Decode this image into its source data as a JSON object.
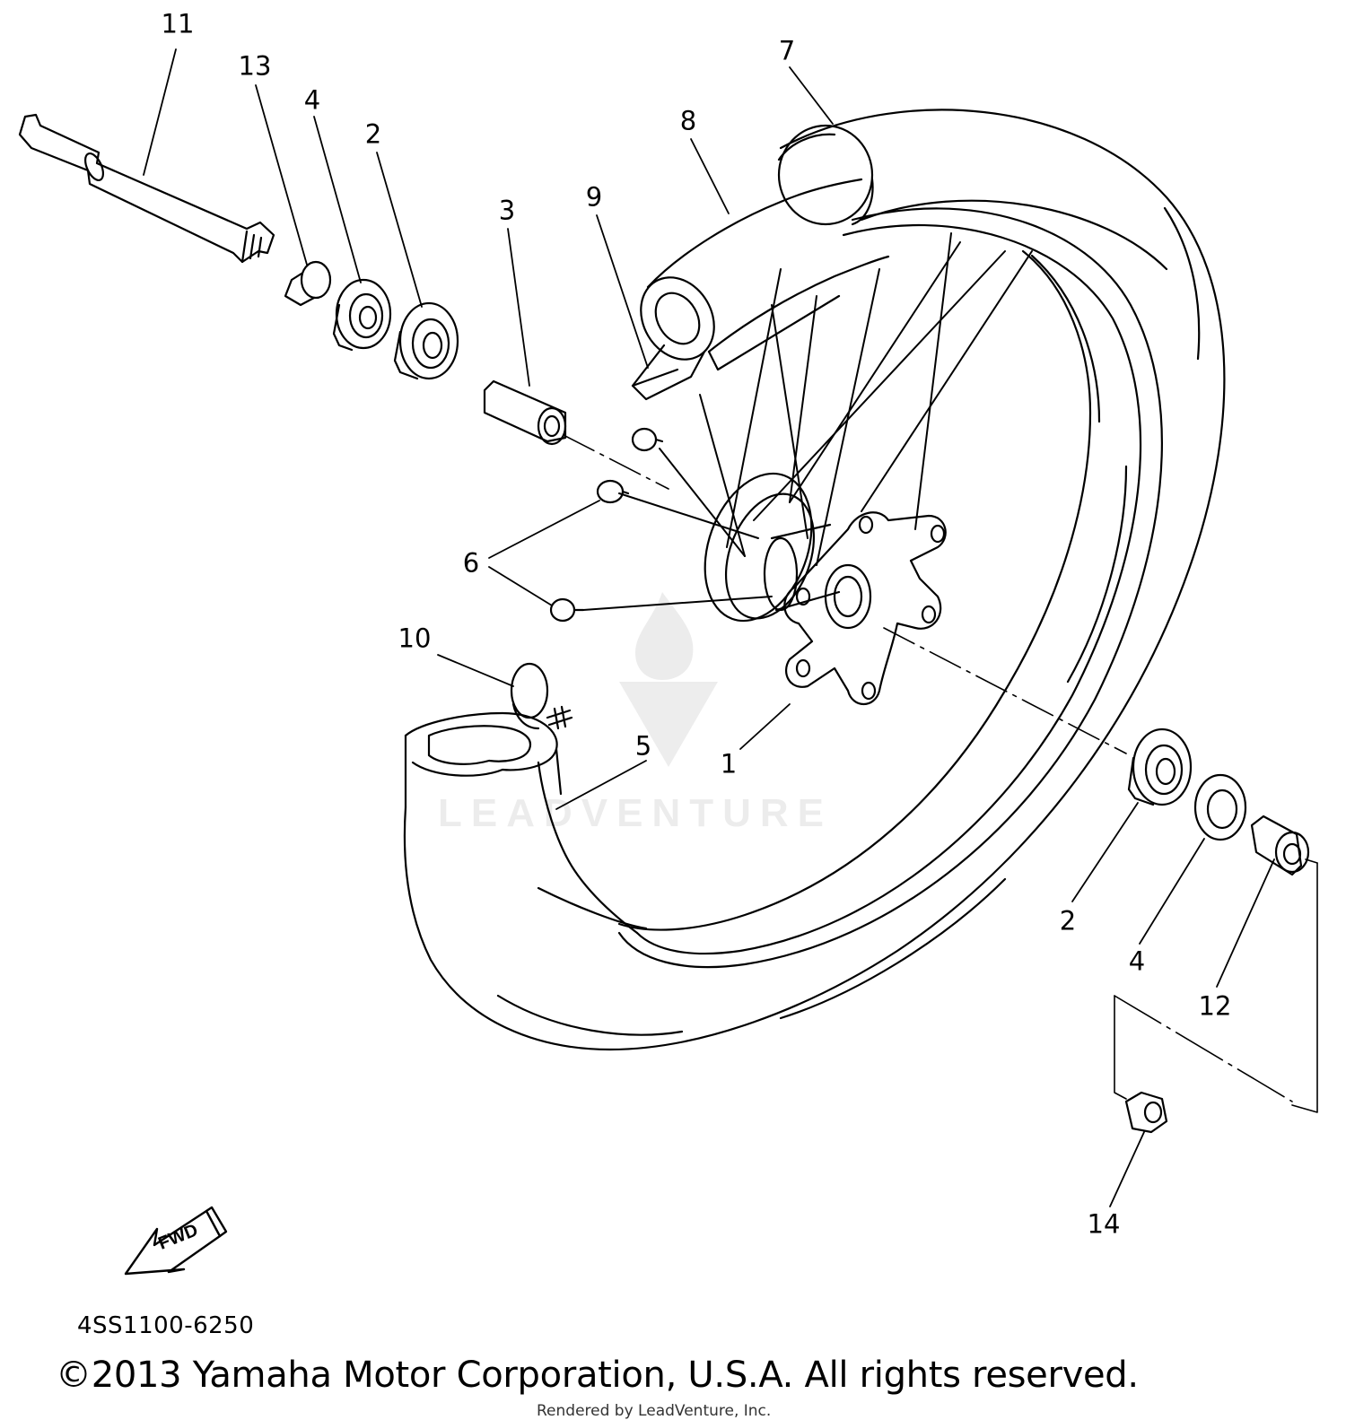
{
  "diagram_code": "4SS1100-6250",
  "copyright": "©2013 Yamaha Motor Corporation, U.S.A. All rights reserved.",
  "rendered_by": "Rendered by LeadVenture, Inc.",
  "watermark": "LEADVENTURE",
  "fwd_label": "FWD",
  "callouts": {
    "c1": "1",
    "c2a": "2",
    "c2b": "2",
    "c3": "3",
    "c4a": "4",
    "c4b": "4",
    "c5": "5",
    "c6": "6",
    "c7": "7",
    "c8": "8",
    "c9": "9",
    "c10": "10",
    "c11": "11",
    "c12": "12",
    "c13": "13",
    "c14": "14"
  }
}
